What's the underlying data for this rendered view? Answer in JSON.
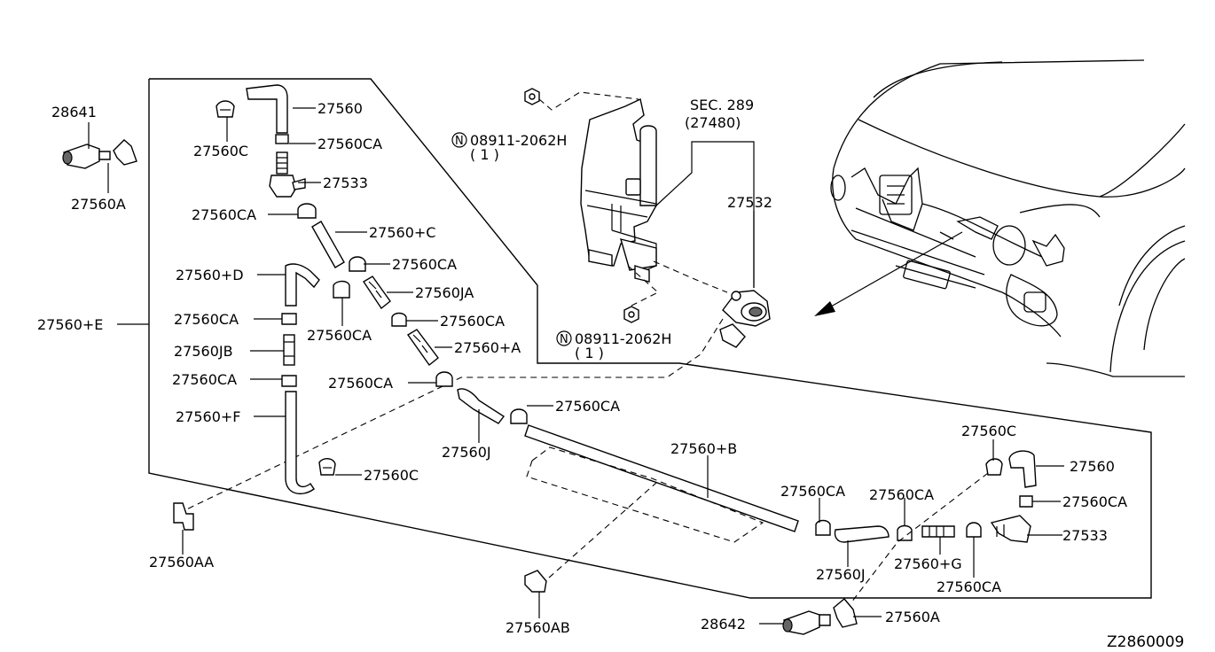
{
  "diagram_code": "Z2860009",
  "section": {
    "ref": "SEC. 289",
    "part": "(27480)"
  },
  "nut_note_top": {
    "symbol": "N",
    "part": "08911-2062H",
    "qty": "( 1 )"
  },
  "nut_note_bottom": {
    "symbol": "N",
    "part": "08911-2062H",
    "qty": "( 1 )"
  },
  "callouts": [
    {
      "id": "c01",
      "text": "28641"
    },
    {
      "id": "c02",
      "text": "27560A"
    },
    {
      "id": "c03",
      "text": "27560"
    },
    {
      "id": "c04",
      "text": "27560C"
    },
    {
      "id": "c05",
      "text": "27560CA"
    },
    {
      "id": "c06",
      "text": "27533"
    },
    {
      "id": "c07",
      "text": "27560CA"
    },
    {
      "id": "c08",
      "text": "27560+C"
    },
    {
      "id": "c09",
      "text": "27560CA"
    },
    {
      "id": "c10",
      "text": "27560+D"
    },
    {
      "id": "c11",
      "text": "27560JA"
    },
    {
      "id": "c12",
      "text": "27560CA"
    },
    {
      "id": "c13",
      "text": "27560CA"
    },
    {
      "id": "c14",
      "text": "27560CA"
    },
    {
      "id": "c15",
      "text": "27560+E"
    },
    {
      "id": "c16",
      "text": "27560JB"
    },
    {
      "id": "c17",
      "text": "27560+A"
    },
    {
      "id": "c18",
      "text": "27560CA"
    },
    {
      "id": "c19",
      "text": "27560CA"
    },
    {
      "id": "c20",
      "text": "27560CA"
    },
    {
      "id": "c21",
      "text": "27560+F"
    },
    {
      "id": "c22",
      "text": "27560J"
    },
    {
      "id": "c23",
      "text": "27560C"
    },
    {
      "id": "c24",
      "text": "27560+B"
    },
    {
      "id": "c25",
      "text": "27560AA"
    },
    {
      "id": "c26",
      "text": "27560AB"
    },
    {
      "id": "c27",
      "text": "27532"
    },
    {
      "id": "c28",
      "text": "27560CA"
    },
    {
      "id": "c29",
      "text": "27560CA"
    },
    {
      "id": "c30",
      "text": "27560J"
    },
    {
      "id": "c31",
      "text": "27560+G"
    },
    {
      "id": "c32",
      "text": "27560CA"
    },
    {
      "id": "c33",
      "text": "27560C"
    },
    {
      "id": "c34",
      "text": "27560"
    },
    {
      "id": "c35",
      "text": "27560CA"
    },
    {
      "id": "c36",
      "text": "27533"
    },
    {
      "id": "c37",
      "text": "28642"
    },
    {
      "id": "c38",
      "text": "27560A"
    }
  ]
}
